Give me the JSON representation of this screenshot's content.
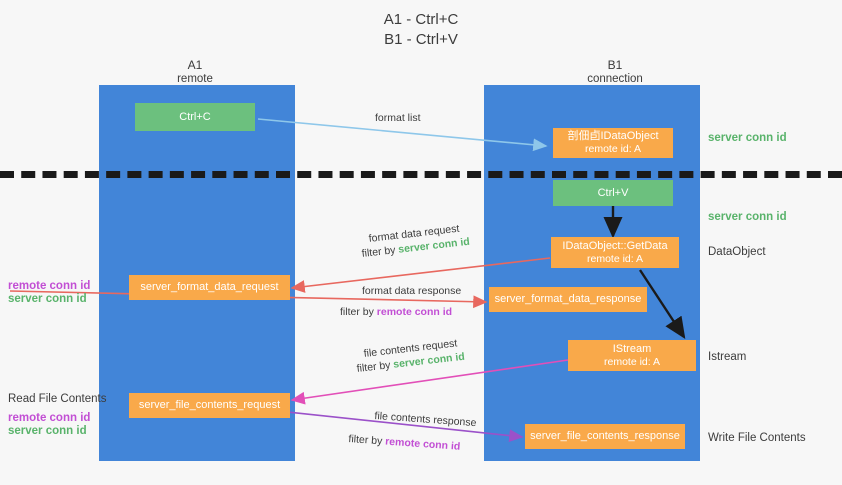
{
  "title": {
    "line1": "A1 - Ctrl+C",
    "line2": "B1 - Ctrl+V"
  },
  "columns": [
    {
      "name": "A1",
      "sub": "remote"
    },
    {
      "name": "B1",
      "sub": "connection"
    }
  ],
  "colors": {
    "lane": "#4285d8",
    "green_box": "#6cc07e",
    "orange_box": "#f9a94a",
    "server_conn": "#59b36b",
    "remote_conn": "#c24fd4",
    "background": "#f7f7f7",
    "arrow_blue": "#8ec7ea",
    "arrow_red": "#e8685f",
    "arrow_magenta": "#e24fb8",
    "arrow_purple": "#9b51c9",
    "arrow_dark": "#1a1a1a",
    "divider_dash": "#1a1a1a"
  },
  "boxes": {
    "ctrl_c": {
      "line1": "Ctrl+C"
    },
    "idataobject_top": {
      "line1": "剖佃卣IDataObject",
      "line2": "remote id: A"
    },
    "ctrl_v": {
      "line1": "Ctrl+V"
    },
    "getdata": {
      "line1": "IDataObject::GetData",
      "line2": "remote id: A"
    },
    "istream": {
      "line1": "IStream",
      "line2": "remote id: A"
    },
    "server_format_data_request": {
      "line1": "server_format_data_request"
    },
    "server_format_data_response": {
      "line1": "server_format_data_response"
    },
    "server_file_contents_request": {
      "line1": "server_file_contents_request"
    },
    "server_file_contents_response": {
      "line1": "server_file_contents_response"
    }
  },
  "right_labels": [
    {
      "text": "server conn id",
      "style": "green"
    },
    {
      "text": "server conn id",
      "style": "green"
    },
    {
      "text": "DataObject",
      "style": "dark"
    },
    {
      "text": "Istream",
      "style": "dark"
    },
    {
      "text": "Write File Contents",
      "style": "dark"
    }
  ],
  "left_labels": {
    "group1": [
      {
        "text": "remote conn id",
        "style": "purple"
      },
      {
        "text": "server conn id",
        "style": "green"
      }
    ],
    "read_file_contents": "Read File Contents",
    "group2": [
      {
        "text": "remote conn id",
        "style": "purple"
      },
      {
        "text": "server conn id",
        "style": "green"
      }
    ]
  },
  "edge_labels": {
    "format_list": "format list",
    "format_data_request": "format data request",
    "format_data_request_filter_prefix": "filter by ",
    "format_data_request_filter_value": "server conn id",
    "format_data_response": "format data response",
    "format_data_response_filter_prefix": "filter by ",
    "format_data_response_filter_value": "remote conn id",
    "file_contents_request": "file contents request",
    "file_contents_request_filter_prefix": "filter by ",
    "file_contents_request_filter_value": "server conn id",
    "file_contents_response": "file contents response",
    "file_contents_response_filter_prefix": "filter by ",
    "file_contents_response_filter_value": "remote conn id"
  }
}
